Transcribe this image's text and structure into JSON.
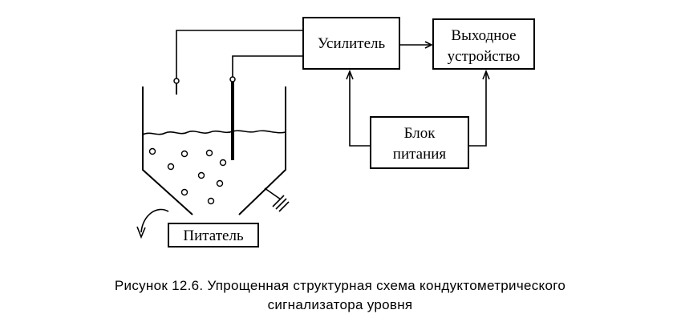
{
  "blocks": {
    "amplifier": "Усилитель",
    "output_line1": "Выходное",
    "output_line2": "устройство",
    "power_line1": "Блок",
    "power_line2": "питания",
    "feeder": "Питатель"
  },
  "caption": {
    "line1": "Рисунок  12.6. Упрощенная структурная схема  кондуктометрического",
    "line2": "сигнализатора уровня"
  }
}
